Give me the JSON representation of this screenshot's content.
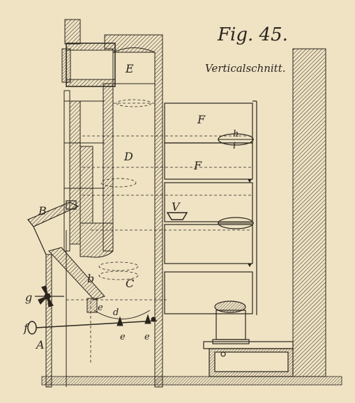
{
  "figure": {
    "title": "Fig. 45.",
    "subtitle": "Verticalschnitt."
  },
  "labels": {
    "E": "E",
    "D": "D",
    "F1": "F",
    "F2": "F",
    "h": "h",
    "i": "i",
    "V": "V",
    "B": "B",
    "b": "b",
    "C": "C",
    "g": "g",
    "e_top": "e",
    "d": "d",
    "f": "f",
    "e_left": "e",
    "e_right": "e",
    "A": "A"
  },
  "colors": {
    "paper": "#efe3c4",
    "ink": "#2a241d"
  }
}
